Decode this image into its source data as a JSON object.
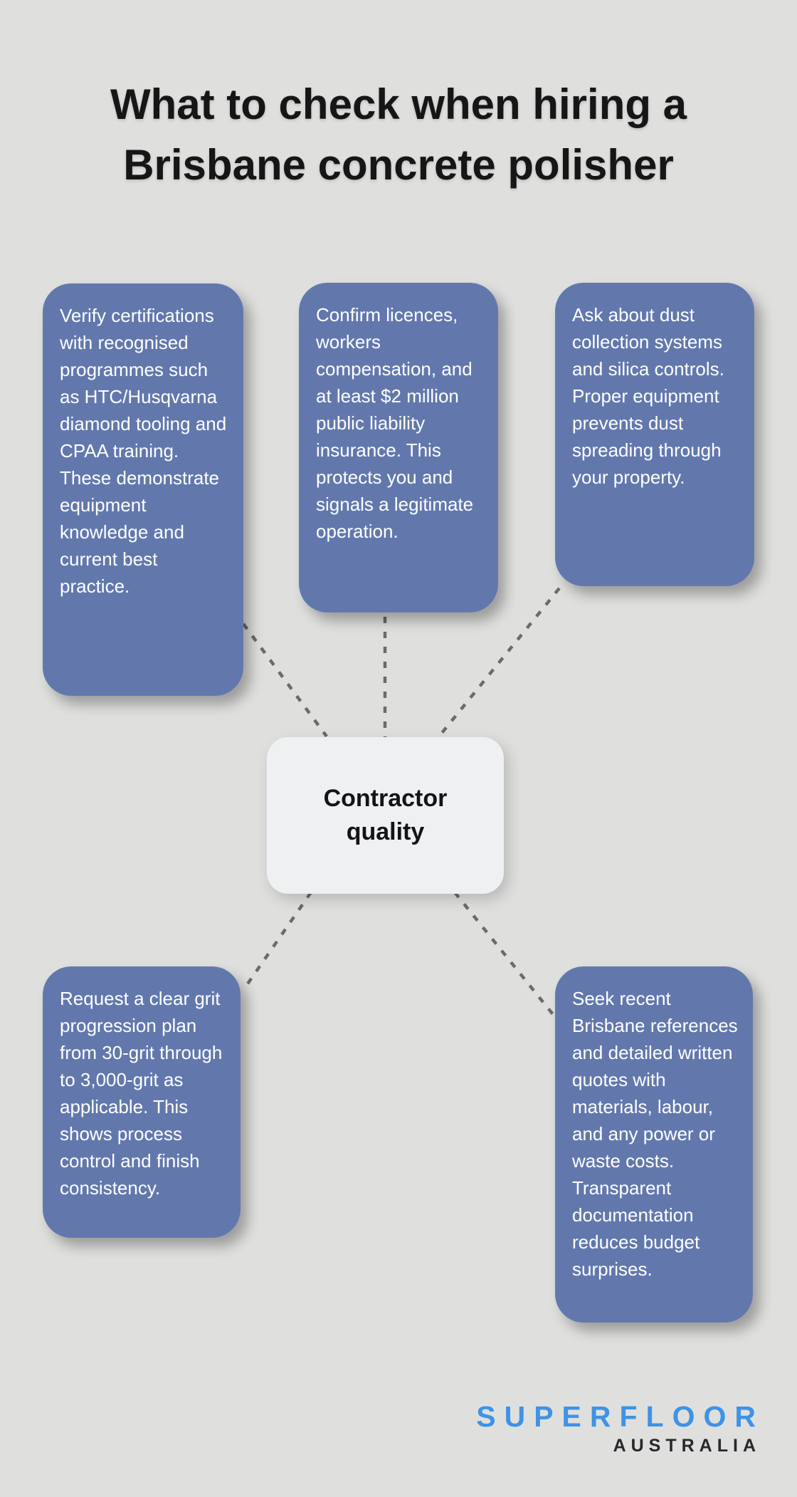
{
  "title": "What to check when hiring a Brisbane concrete polisher",
  "center_node": {
    "label": "Contractor quality"
  },
  "branches": [
    {
      "id": "certifications",
      "text": "Verify certifications with recognised programmes such as HTC/Husqvarna diamond tooling and CPAA training. These demonstrate equipment knowledge and current best practice."
    },
    {
      "id": "licences-insurance",
      "text": "Confirm licences, workers compensation, and at least $2 million public liability insurance. This protects you and signals a legitimate operation."
    },
    {
      "id": "dust-control",
      "text": "Ask about dust collection systems and silica controls. Proper equipment prevents dust spreading through your property."
    },
    {
      "id": "grit-progression",
      "text": "Request a clear grit progression plan from 30-grit through to 3,000-grit as applicable. This shows process control and finish consistency."
    },
    {
      "id": "references-quotes",
      "text": "Seek recent Brisbane references and detailed written quotes with materials, labour, and any power or waste costs. Transparent documentation reduces budget surprises."
    }
  ],
  "footer_logo": {
    "brand": "SUPERFLOOR",
    "region": "AUSTRALIA"
  },
  "colors": {
    "background": "#dfe0de",
    "branch_fill": "#6278ad",
    "branch_text": "#ffffff",
    "center_fill": "#eff0f2",
    "center_text": "#141414",
    "connector": "#6b6b6b",
    "title_text": "#161616",
    "logo_blue": "#3e93e6",
    "logo_dark": "#26282a"
  }
}
